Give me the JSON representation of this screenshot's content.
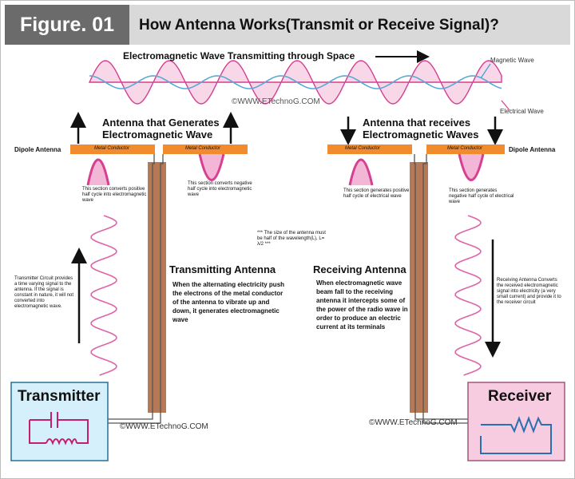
{
  "header": {
    "figure_label": "Figure. 01",
    "title": "How Antenna Works(Transmit or Receive Signal)?"
  },
  "wave": {
    "caption": "Electromagnetic Wave Transmitting through Space",
    "magnetic_label": "Magnetic Wave",
    "electrical_label": "Electrical Wave",
    "watermark": "©WWW.ETechnoG.COM"
  },
  "transmit_side": {
    "heading": "Antenna that Generates Electromagnetic Wave",
    "dipole_label": "Dipole Antenna",
    "conductor_left": "Metal Conductor",
    "conductor_right": "Metal Conductor",
    "note_left": "This section converts positive half cycle into electromagnetic wave",
    "note_right": "This section converts negative half cycle into electromagnetic wave",
    "circuit_note": "Transmitter Circuit provides a time varying signal to the antenna. If the signal is constant in nature, it will not converted into electromagnetic wave.",
    "antenna_title": "Transmitting Antenna",
    "antenna_desc": "When the alternating electricity push the electrons of the metal conductor of the antenna to vibrate up and down, it generates electromagnetic wave",
    "box_label": "Transmitter",
    "watermark": "©WWW.ETechnoG.COM"
  },
  "size_note": "***  The size of the antenna must be half of the wavelength(L), L= λ/2  ***",
  "receive_side": {
    "heading": "Antenna that receives Electromagnetic Waves",
    "dipole_label": "Dipole Antenna",
    "conductor_left": "Metal Conductor",
    "conductor_right": "Metal Conductor",
    "note_left": "This section generates positive half cycle of electrical wave",
    "note_right": "This section generates negative half cycle of electrical wave",
    "circuit_note": "Receiving Antenna Converts the received electromagnetic signal into electricity (a very small current) and provide it to the receiver circuit",
    "antenna_title": "Receiving Antenna",
    "antenna_desc": "When electromagnetic wave beam fall to the receiving antenna it intercepts some of the power of the radio wave in order to produce an electric current at its terminals",
    "box_label": "Receiver",
    "watermark": "©WWW.ETechnoG.COM"
  },
  "colors": {
    "wave_pink": "#d63f92",
    "wave_fill": "#f3b6d6",
    "wave_blue": "#5aa9d6",
    "conductor_orange": "#f28a2e",
    "antenna_brown": "#b57a55",
    "transmitter_bg": "#d6f0fb",
    "receiver_bg": "#f7cbe0"
  }
}
